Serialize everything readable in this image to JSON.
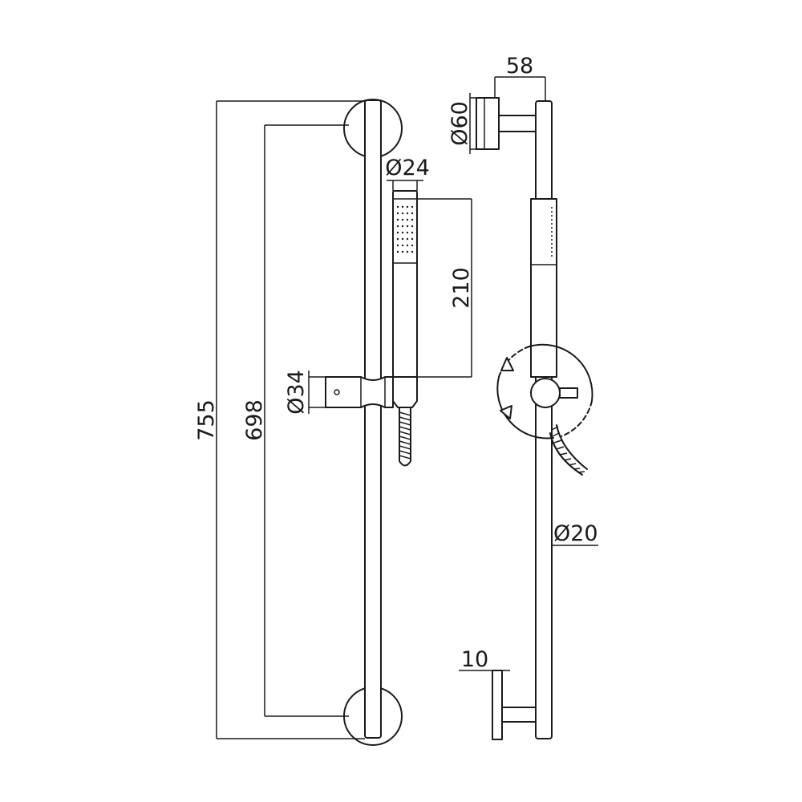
{
  "dimensions": {
    "overall_height": "755",
    "bracket_spacing": "698",
    "slider_diameter": "Ø34",
    "handshower_diameter": "Ø24",
    "handshower_length": "210",
    "wall_projection": "58",
    "wall_flange_diameter": "Ø60",
    "rail_diameter": "Ø20",
    "flange_thickness": "10"
  }
}
